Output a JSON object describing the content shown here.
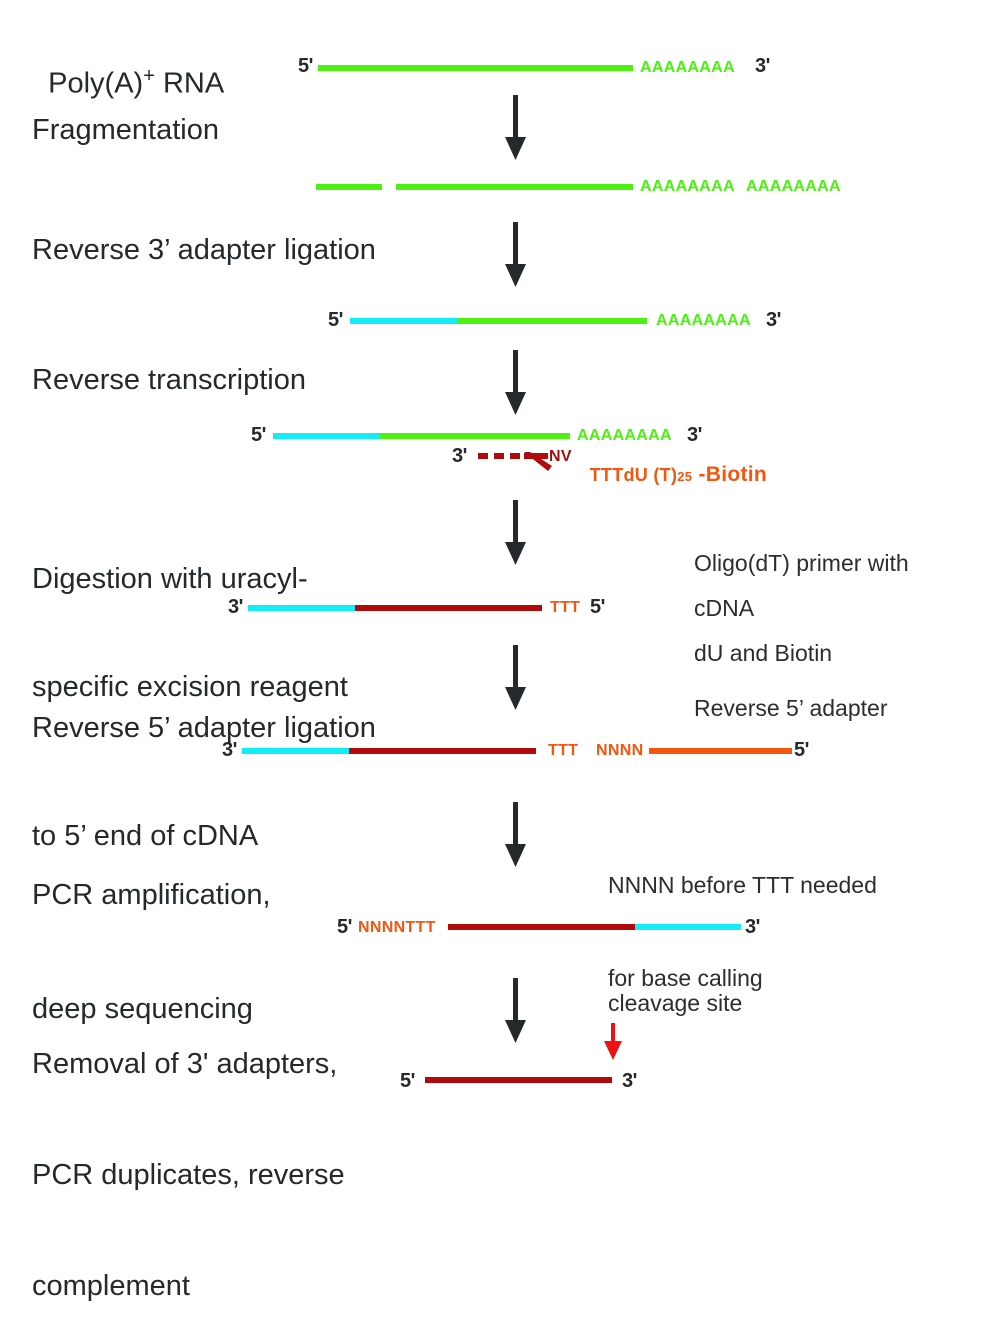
{
  "colors": {
    "rna": "#4cf011",
    "adapter3": "#12eef7",
    "cdna": "#b20a0a",
    "adapter5": "#f4560f",
    "cleavage_arrow": "#ee1111",
    "process_arrow": "#24292b"
  },
  "steps": [
    {
      "label_main": "Poly(A)",
      "label_sup": "+",
      "label_rest": " RNA"
    },
    {
      "label": "Fragmentation"
    },
    {
      "label": "Reverse 3’ adapter ligation"
    },
    {
      "label": "Reverse transcription"
    },
    {
      "label_line1": "Digestion with uracyl-",
      "label_line2": "specific excision reagent"
    },
    {
      "label_line1": "Reverse 5’ adapter ligation",
      "label_line2": "to 5’ end of cDNA"
    },
    {
      "label_line1": "PCR amplification,",
      "label_line2": "deep sequencing"
    },
    {
      "label_line1": "Removal of 3' adapters,",
      "label_line2": "PCR duplicates, reverse",
      "label_line3": "complement"
    }
  ],
  "molecules": {
    "polyA_rna": {
      "end5": "5'",
      "tail": "AAAAAAAA",
      "end3": "3'"
    },
    "fragments": {
      "tail1": "AAAAAAAA",
      "tail2": "AAAAAAAA"
    },
    "ligated": {
      "end5": "5'",
      "tail": "AAAAAAAA",
      "end3": "3'"
    },
    "rt_template": {
      "end5": "5'",
      "tail": "AAAAAAAA",
      "end3": "3'"
    },
    "rt_primer": {
      "end3": "3'",
      "nv": "NV",
      "primer": "TTTdU (T)",
      "subscript": "25",
      "biotin": " -Biotin"
    },
    "cdna": {
      "end3": "3'",
      "ttt": "TTT",
      "end5": "5'"
    },
    "ligated_cdna": {
      "end3": "3'",
      "ttt": "TTT",
      "nnnn": "NNNN",
      "end5": "5'"
    },
    "pcr_product": {
      "end5": "5'",
      "prefix": "NNNNTTT",
      "end3": "3'"
    },
    "final_read": {
      "end5": "5'",
      "end3": "3'"
    }
  },
  "notes": {
    "oligo_line1": "Oligo(dT) primer with",
    "oligo_line2": "dU and Biotin",
    "cdna": "cDNA",
    "reverse5_adapter": "Reverse 5’ adapter",
    "nnnn_line1": "NNNN before TTT needed",
    "nnnn_line2": "for base calling",
    "cleavage": "cleavage site"
  }
}
